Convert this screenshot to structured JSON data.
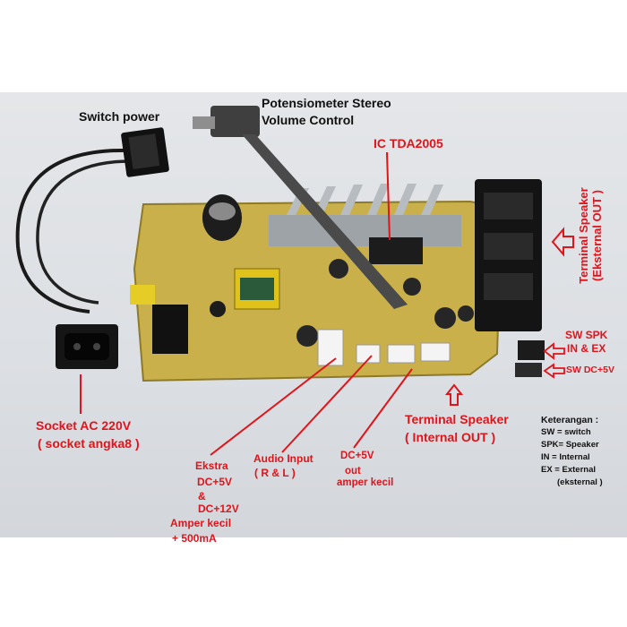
{
  "labels": {
    "switch_power": "Switch power",
    "potentiometer_line1": "Potensiometer Stereo",
    "potentiometer_line2": "Volume Control",
    "ic": "IC TDA2005",
    "terminal_external_line1": "Terminal Speaker",
    "terminal_external_line2": "(Eksternal OUT )",
    "sw_spk_line1": "SW SPK",
    "sw_spk_line2": "IN & EX",
    "sw_dc": "SW DC+5V",
    "socket_line1": "Socket AC 220V",
    "socket_line2": "( socket angka8 )",
    "terminal_internal_line1": "Terminal Speaker",
    "terminal_internal_line2": "( Internal OUT )",
    "ekstra_line1": "Ekstra",
    "ekstra_line2": "DC+5V",
    "ekstra_line3": "&",
    "ekstra_line4": "DC+12V",
    "amper_line1": "Amper kecil",
    "amper_line2": "+ 500mA",
    "audio_line1": "Audio Input",
    "audio_line2": "( R & L )",
    "dc5_line1": "DC+5V",
    "dc5_line2": "out",
    "dc5_line3": "amper kecil"
  },
  "legend": {
    "title": "Keterangan :",
    "items": [
      "SW = switch",
      "SPK= Speaker",
      "IN = Internal",
      "EX = External",
      "(eksternal )"
    ]
  },
  "colors": {
    "annotation": "#e0141b",
    "pcb": "#c9b04a",
    "background": "#dcdfe3"
  }
}
